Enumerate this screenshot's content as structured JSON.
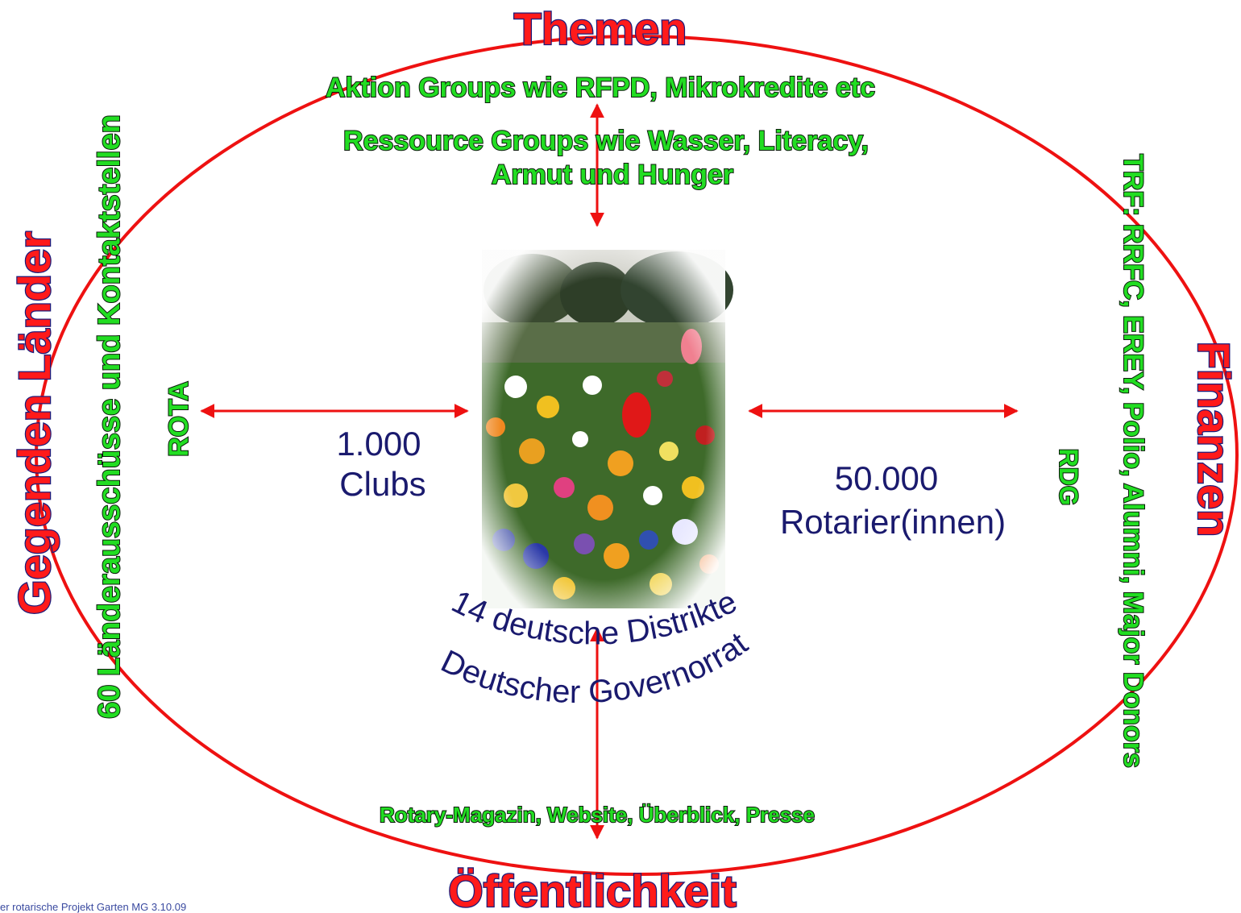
{
  "titles": {
    "top": "Themen",
    "left": "Gegenden Länder",
    "right": "Finanzen",
    "bottom": "Öffentlichkeit"
  },
  "themen": {
    "line1": "Aktion Groups wie RFPD, Mikrokredite etc",
    "line2": "Ressource Groups wie Wasser, Literacy,",
    "line3": "Armut und Hunger"
  },
  "laender": {
    "committees": "60 Länderausschüsse und Kontaktstellen",
    "rota": "ROTA"
  },
  "finanzen": {
    "trf": "TRF: RRFC, EREY, Polio, Alumni, Major Donors",
    "rdg": "RDG"
  },
  "oeffentlichkeit": {
    "media": "Rotary-Magazin, Website, Überblick, Presse"
  },
  "center": {
    "clubs_count": "1.000",
    "clubs_label": "Clubs",
    "members_count": "50.000",
    "members_label": "Rotarier(innen)",
    "arc1": "14 deutsche Distrikte",
    "arc2": "Deutscher Governorrat"
  },
  "footer": "er rotarische Projekt Garten MG 3.10.09",
  "colors": {
    "ellipse": "#ee1111",
    "title_fill": "#ff1a1a",
    "label_green": "#22dd22",
    "text_blue": "#1a1a6e"
  }
}
